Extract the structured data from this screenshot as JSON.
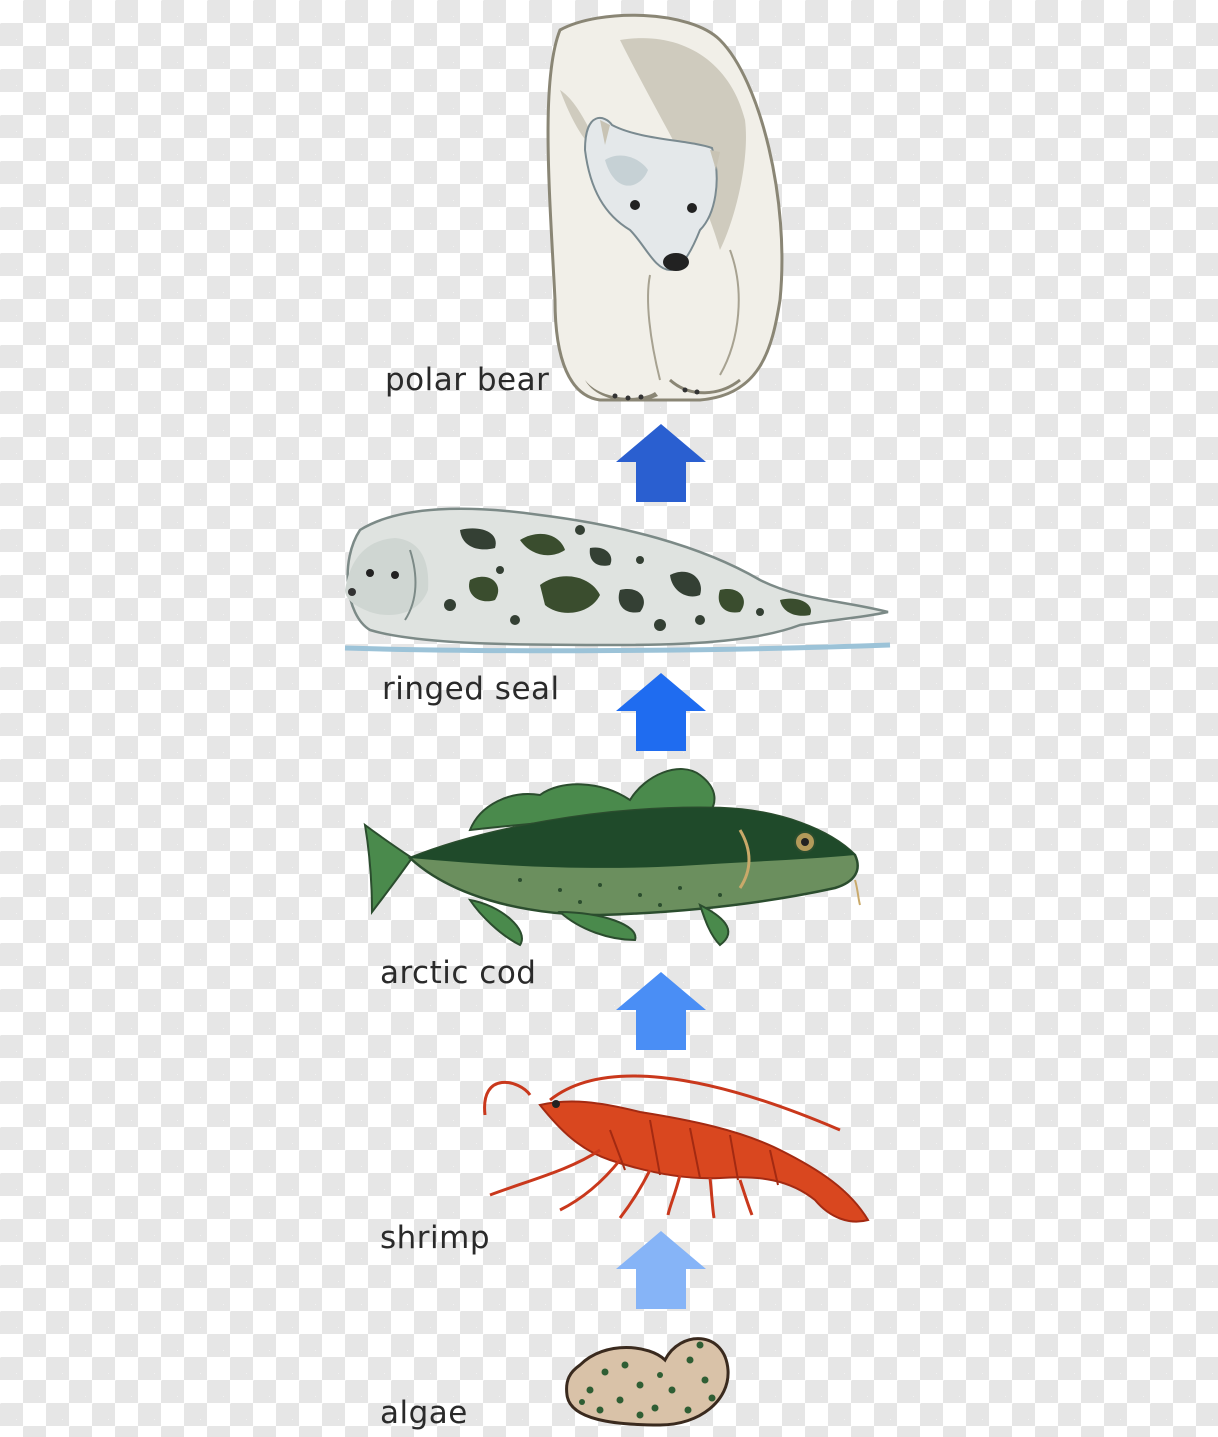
{
  "food_chain": {
    "organisms": [
      {
        "name": "polar bear",
        "icon": "polar-bear-icon"
      },
      {
        "name": "ringed seal",
        "icon": "seal-icon"
      },
      {
        "name": "arctic cod",
        "icon": "fish-icon"
      },
      {
        "name": "shrimp",
        "icon": "shrimp-icon"
      },
      {
        "name": "algae",
        "icon": "algae-icon"
      }
    ],
    "arrow_colors": [
      "#2a5fd0",
      "#1f6cf0",
      "#4a8ef5",
      "#86b4f7"
    ],
    "arrow_direction": "up"
  }
}
